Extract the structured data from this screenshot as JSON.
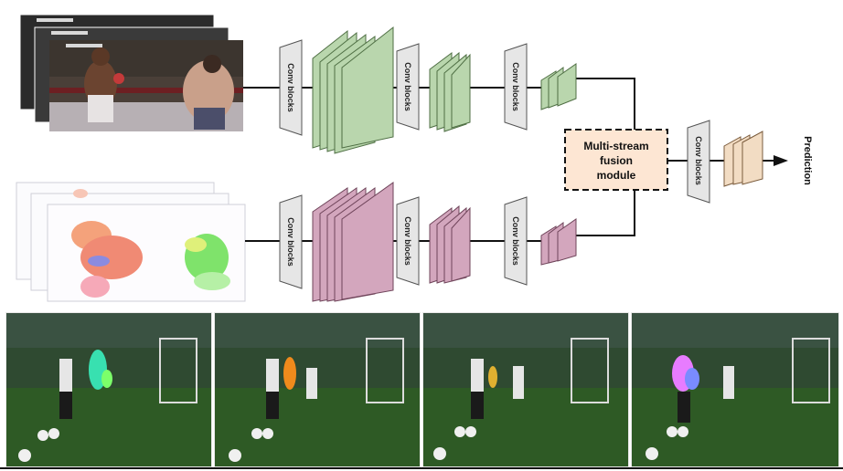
{
  "labels": {
    "conv": "Conv blocks",
    "fusion": [
      "Multi-stream",
      "fusion",
      "module"
    ],
    "prediction": "Prediction"
  },
  "colors": {
    "rgb_stream": "#b9d6ad",
    "rgb_stream_edge": "#4f6f44",
    "flow_stream": "#d3a6bd",
    "flow_stream_edge": "#6f445a",
    "fused": "#f2dcc3",
    "fused_edge": "#7a5b3c",
    "fusion_fill": "#fde6d3",
    "conv_fill": "#e6e6e6"
  },
  "icons": {
    "arrow": "arrow-right-icon"
  }
}
